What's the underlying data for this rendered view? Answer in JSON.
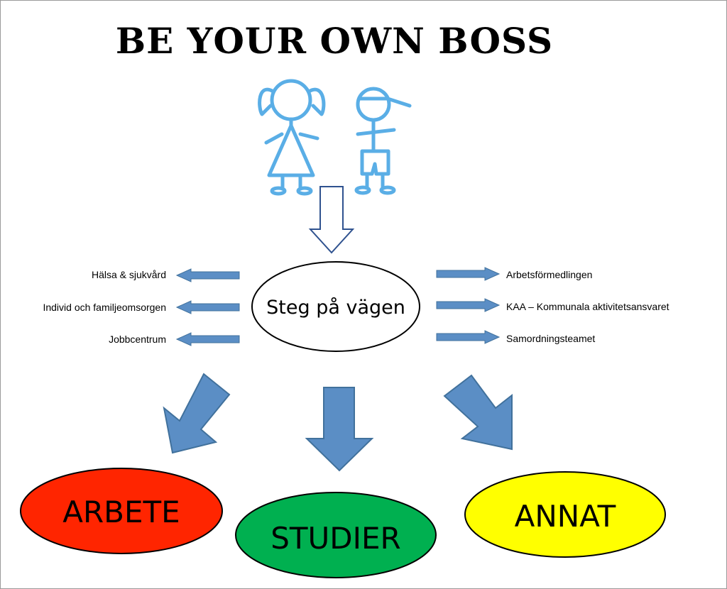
{
  "title": "BE YOUR OWN BOSS",
  "figures": {
    "girl": "girl-stick-figure-icon",
    "boy": "boy-stick-figure-icon"
  },
  "center": "Steg på vägen",
  "left_items": [
    "Hälsa & sjukvård",
    "Individ och familjeomsorgen",
    "Jobbcentrum"
  ],
  "right_items": [
    "Arbetsförmedlingen",
    "KAA – Kommunala aktivitetsansvaret",
    "Samordningsteamet"
  ],
  "outcomes": [
    {
      "label": "ARBETE",
      "color": "#ff2500"
    },
    {
      "label": "STUDIER",
      "color": "#00b050"
    },
    {
      "label": "ANNAT",
      "color": "#ffff00"
    }
  ],
  "colors": {
    "figure": "#5aaee6",
    "arrow_fill": "#5b8ec5",
    "arrow_stroke": "#41719c",
    "down_arrow_outline": "#2f528f"
  }
}
